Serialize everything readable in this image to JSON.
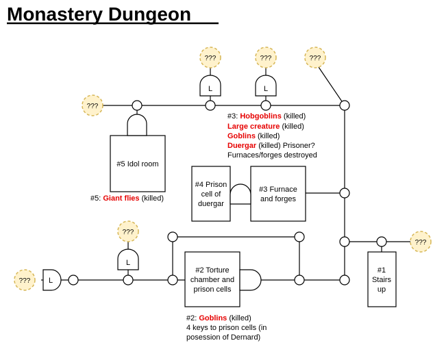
{
  "title": "Monastery Dungeon",
  "unknown_label": "???",
  "lock_label": "L",
  "rooms": {
    "idol": "#5 Idol room",
    "prison_duergar": [
      "#4 Prison",
      "cell of",
      "duergar"
    ],
    "furnace": [
      "#3 Furnace",
      "and forges"
    ],
    "torture": [
      "#2 Torture",
      "chamber and",
      "prison cells"
    ],
    "stairs": [
      "#1",
      "Stairs",
      "up"
    ]
  },
  "notes": {
    "room3": {
      "prefix": "#3: ",
      "lines": [
        {
          "red": "Hobgoblins",
          "rest": " (killed)"
        },
        {
          "red": "Large creature",
          "rest": " (killed)"
        },
        {
          "red": "Goblins",
          "rest": " (killed)"
        },
        {
          "red": "Duergar",
          "rest": " (killed) Prisoner?"
        }
      ],
      "extra": "Furnaces/forges destroyed"
    },
    "room5": {
      "prefix": "#5: ",
      "red": "Giant flies",
      "rest": " (killed)"
    },
    "room2": {
      "prefix": "#2: ",
      "red": "Goblins",
      "rest": " (killed)",
      "extra": [
        "4 keys to prison cells (in",
        "posession of Dernard)"
      ]
    }
  },
  "colors": {
    "unknown_fill": "#fff2cc",
    "unknown_stroke": "#d6b656",
    "highlight": "#e60000",
    "line": "#000000"
  }
}
